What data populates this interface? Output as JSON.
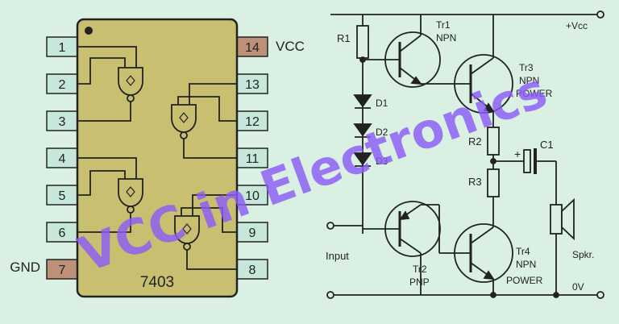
{
  "chip": {
    "name": "7403",
    "pins_left": [
      "1",
      "2",
      "3",
      "4",
      "5",
      "6",
      "7"
    ],
    "pins_right": [
      "14",
      "13",
      "12",
      "11",
      "10",
      "9",
      "8"
    ],
    "vcc_label": "VCC",
    "gnd_label": "GND",
    "colors": {
      "body": "#c9bf70",
      "pin": "#c6e7da",
      "pin_power": "#bd9178"
    }
  },
  "circuit": {
    "vcc_label": "+Vcc",
    "zero_label": "0V",
    "input_label": "Input",
    "tr1": {
      "name": "Tr1",
      "type": "NPN"
    },
    "tr2": {
      "name": "Tr2",
      "type": "PNP"
    },
    "tr3": {
      "name": "Tr3",
      "type": "NPN",
      "sub": "POWER"
    },
    "tr4": {
      "name": "Tr4",
      "type": "NPN",
      "sub": "POWER"
    },
    "r1": "R1",
    "r2": "R2",
    "r3": "R3",
    "d1": "D1",
    "d2": "D2",
    "d3": "D3",
    "c1": "C1",
    "c1_plus": "+",
    "speaker": "Spkr."
  },
  "watermark": {
    "text": "VCC in Electronics",
    "color": "#8b5cf6"
  }
}
